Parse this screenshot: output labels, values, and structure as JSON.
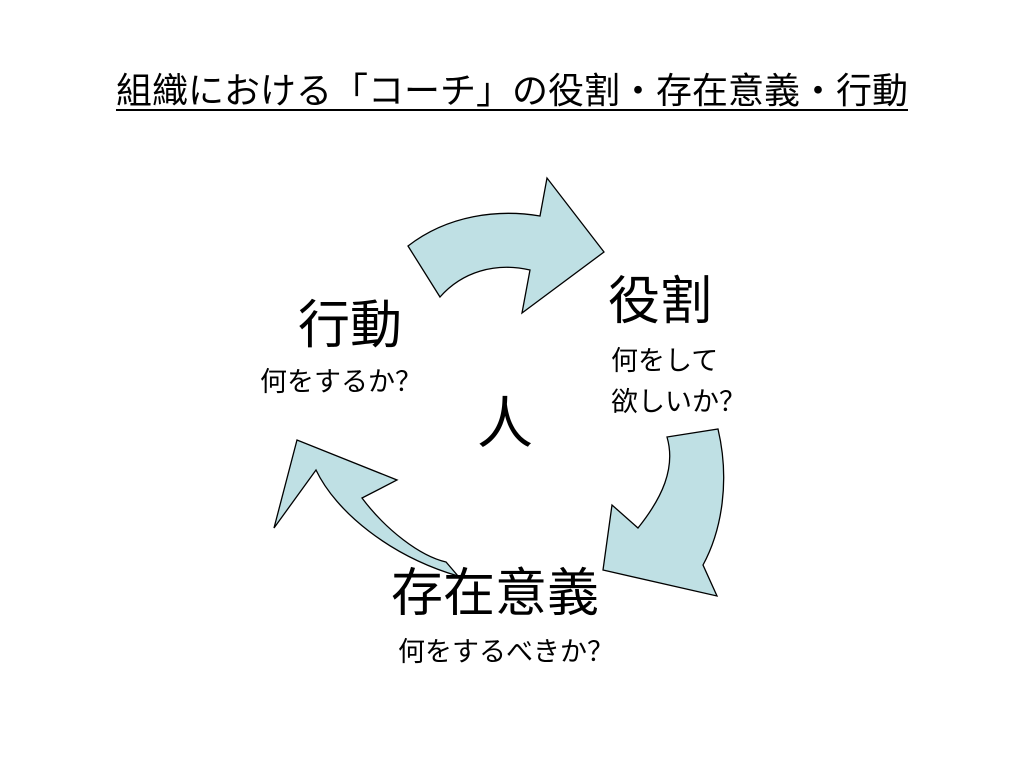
{
  "slide": {
    "title": "組織における「コーチ」の役割・存在意義・行動",
    "center": "人",
    "nodes": {
      "role": {
        "heading": "役割",
        "question_line1": "何をして",
        "question_line2": "欲しいか？"
      },
      "purpose": {
        "heading": "存在意義",
        "question": "何をするべきか？"
      },
      "action": {
        "heading": "行動",
        "question": "何をするか？"
      }
    }
  },
  "colors": {
    "arrow_fill": "#bfe0e4",
    "arrow_stroke": "#000000",
    "text": "#000000",
    "background": "#ffffff"
  }
}
